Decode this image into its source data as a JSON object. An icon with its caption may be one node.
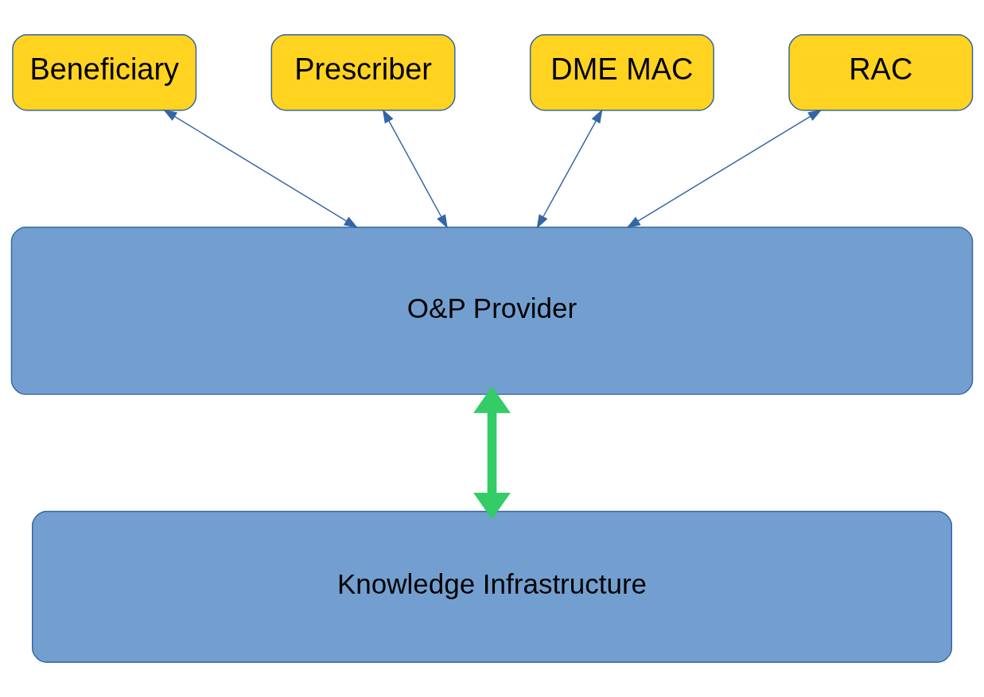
{
  "diagram": {
    "nodes": [
      {
        "text": [
          "Beneficiary"
        ]
      },
      {
        "text": [
          "Prescriber"
        ]
      },
      {
        "text": [
          "DME MAC"
        ]
      },
      {
        "text": [
          "RAC"
        ]
      },
      {
        "text": [
          "O&P Provider"
        ]
      },
      {
        "text": [
          "Knowledge Infrastructure"
        ]
      }
    ],
    "edges": [
      {
        "from": 0,
        "to": 4,
        "arrow": "both"
      },
      {
        "from": 1,
        "to": 4,
        "arrow": "both"
      },
      {
        "from": 2,
        "to": 4,
        "arrow": "both"
      },
      {
        "from": 3,
        "to": 4,
        "arrow": "both"
      },
      {
        "from": 4,
        "to": 5,
        "arrow": "both",
        "style": "thick",
        "color": "#33cc66"
      }
    ]
  }
}
